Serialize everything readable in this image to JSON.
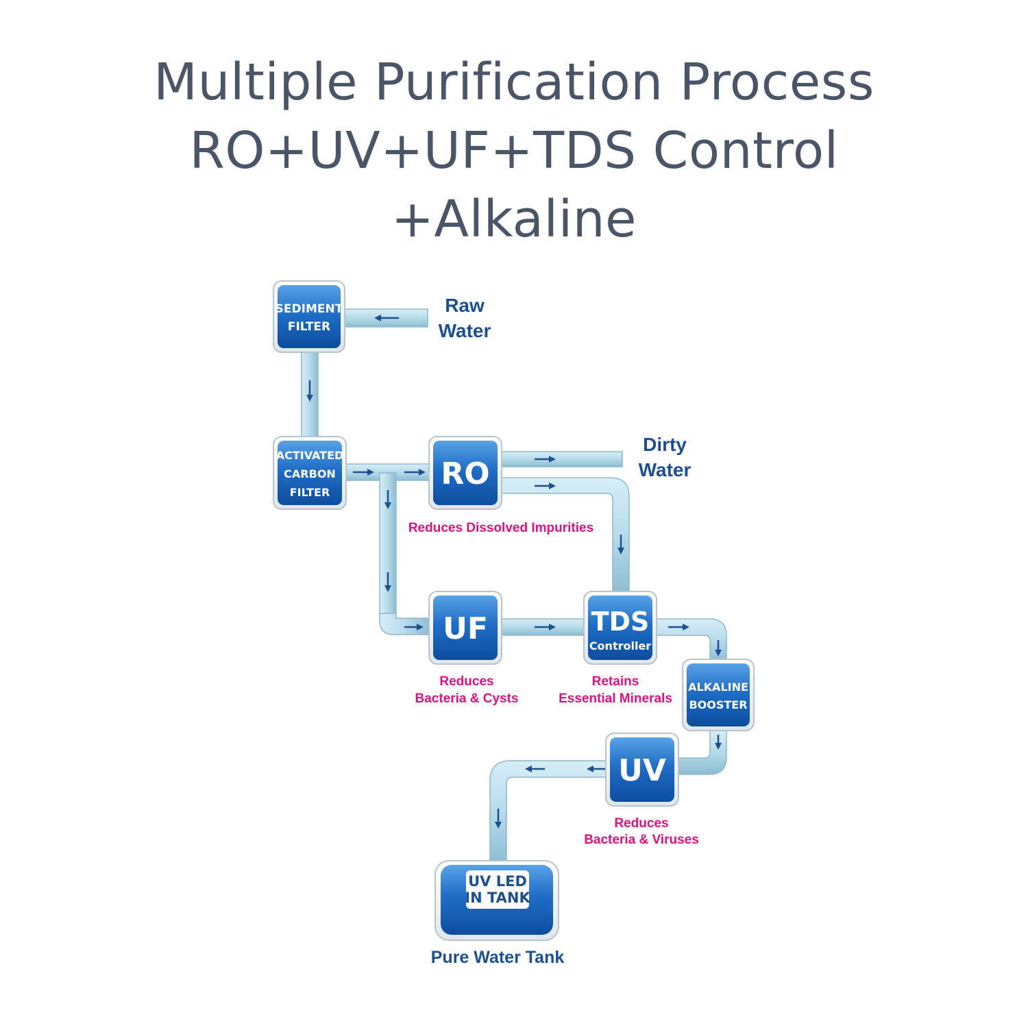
{
  "title": {
    "line1": "Multiple Purification Process",
    "line2": "RO+UV+UF+TDS Control",
    "line3": "+Alkaline"
  },
  "inputs": {
    "raw_water": [
      "Raw",
      "Water"
    ],
    "dirty_water": [
      "Dirty",
      "Water"
    ]
  },
  "stages": {
    "sediment": [
      "SEDIMENT",
      "FILTER"
    ],
    "carbon": [
      "ACTIVATED",
      "CARBON",
      "FILTER"
    ],
    "ro": "RO",
    "uf": "UF",
    "tds": [
      "TDS",
      "Controller"
    ],
    "alkaline": [
      "ALKALINE",
      "BOOSTER"
    ],
    "uv": "UV",
    "tank": [
      "UV LED",
      "IN TANK"
    ]
  },
  "captions": {
    "ro": [
      "Reduces Dissolved Impurities"
    ],
    "uf": [
      "Reduces",
      "Bacteria & Cysts"
    ],
    "tds": [
      "Retains",
      "Essential Minerals"
    ],
    "uv": [
      "Reduces",
      "Bacteria & Viruses"
    ],
    "tank": "Pure Water Tank"
  },
  "colors": {
    "pipe": "#b9dcea",
    "pipe_edge": "#8fb8cc",
    "box_blue": "#1f6ec7",
    "arrow": "#1d4f91",
    "caption": "#e0117f",
    "title": "#4a5568"
  }
}
